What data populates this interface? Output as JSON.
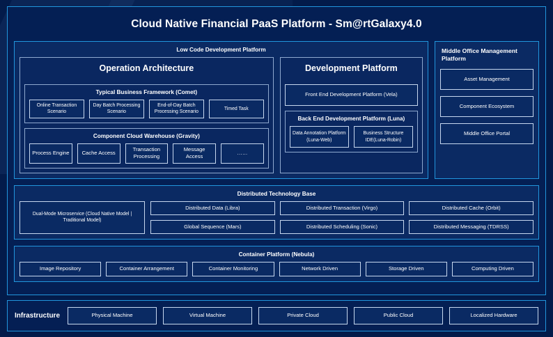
{
  "title": "Cloud Native Financial PaaS Platform - Sm@rtGalaxy4.0",
  "colors": {
    "page_background": "#031b4a",
    "card_background": "#041f54",
    "panel_background": "#0b2a63",
    "accent_border": "#2196dd",
    "panel_border": "#9fb6d8",
    "box_border": "#c7d8ef",
    "text": "#ffffff"
  },
  "low_code": {
    "title": "Low Code Development Platform",
    "operation_architecture": {
      "title": "Operation Architecture",
      "business_framework": {
        "title": "Typical Business Framework (Comet)",
        "items": [
          "Online Transaction Scenario",
          "Day Batch Processing Scenario",
          "End-of-Day Batch Processing Scenario",
          "Timed Task"
        ]
      },
      "component_warehouse": {
        "title": "Component Cloud Warehouse (Gravity)",
        "items": [
          "Process Engine",
          "Cache Access",
          "Transaction Processing",
          "Message Access",
          "……"
        ]
      }
    },
    "development_platform": {
      "title": "Development Platform",
      "front_end": "Front End Development Platform (Vela)",
      "back_end": {
        "title": "Back End Development Platform (Luna)",
        "items": [
          "Data Annotation Platform (Luna-Web)",
          "Business Structure IDE(Luna-Robin)"
        ]
      }
    }
  },
  "middle_office": {
    "title": "Middle Office Management Platform",
    "items": [
      "Asset Management",
      "Component Ecosystem",
      "Middle Office Portal"
    ]
  },
  "distributed_base": {
    "title": "Distributed Technology Base",
    "highlight": "Dual-Mode Microservice (Cloud Native Model | Traditional Model)",
    "items": [
      "Distributed Data (Libra)",
      "Distributed Transaction (Virgo)",
      "Distributed Cache (Orbit)",
      "Global Sequence (Mars)",
      "Distributed Scheduling (Sonic)",
      "Distributed Messaging (TDRSS)"
    ]
  },
  "container_platform": {
    "title": "Container Platform (Nebula)",
    "items": [
      "Image Repository",
      "Container Arrangement",
      "Container Monitoring",
      "Network Driven",
      "Storage Driven",
      "Computing Driven"
    ]
  },
  "infrastructure": {
    "label": "Infrastructure",
    "items": [
      "Physical Machine",
      "Virtual Machine",
      "Private Cloud",
      "Public Cloud",
      "Localized Hardware"
    ]
  }
}
